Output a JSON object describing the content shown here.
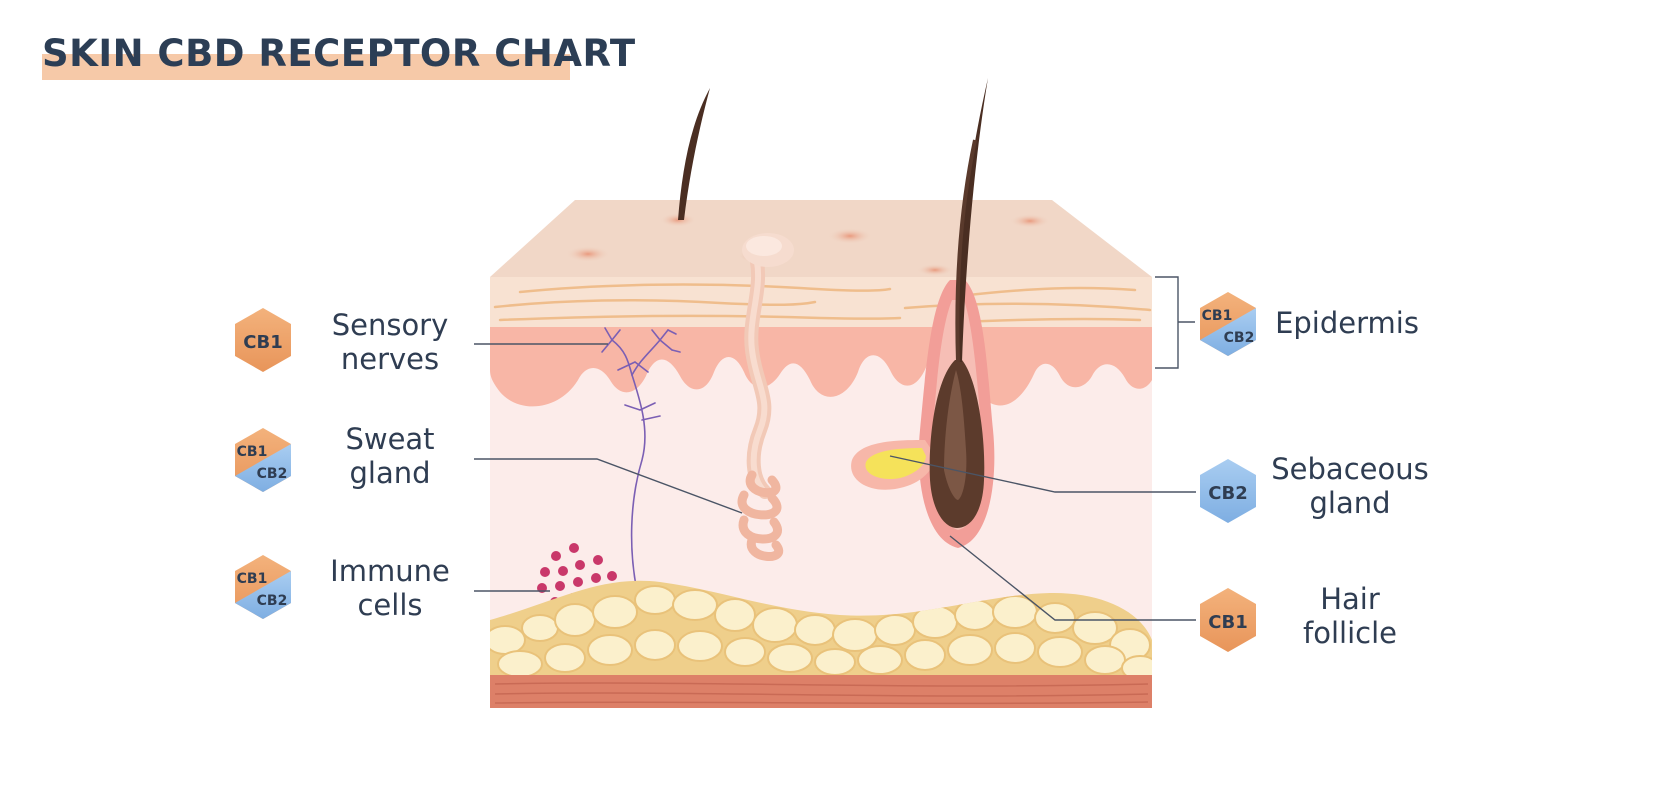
{
  "title": "SKIN CBD RECEPTOR CHART",
  "colors": {
    "title_text": "#2c3e55",
    "title_highlight": "#f6c9a8",
    "cb1": "#eea368",
    "cb2": "#93bde8",
    "label_text": "#2f3d52"
  },
  "labels": {
    "sensory_nerves": {
      "line1": "Sensory",
      "line2": "nerves"
    },
    "sweat_gland": {
      "line1": "Sweat",
      "line2": "gland"
    },
    "immune_cells": {
      "line1": "Immune",
      "line2": "cells"
    },
    "epidermis": {
      "line1": "Epidermis"
    },
    "sebaceous_gland": {
      "line1": "Sebaceous",
      "line2": "gland"
    },
    "hair_follicle": {
      "line1": "Hair",
      "line2": "follicle"
    }
  },
  "badges": {
    "sensory_nerves": {
      "type": "CB1",
      "text": "CB1"
    },
    "sweat_gland": {
      "type": "CB1+CB2",
      "text1": "CB1",
      "text2": "CB2"
    },
    "immune_cells": {
      "type": "CB1+CB2",
      "text1": "CB1",
      "text2": "CB2"
    },
    "epidermis": {
      "type": "CB1+CB2",
      "text1": "CB1",
      "text2": "CB2"
    },
    "sebaceous_gland": {
      "type": "CB2",
      "text": "CB2"
    },
    "hair_follicle": {
      "type": "CB1",
      "text": "CB1"
    }
  }
}
